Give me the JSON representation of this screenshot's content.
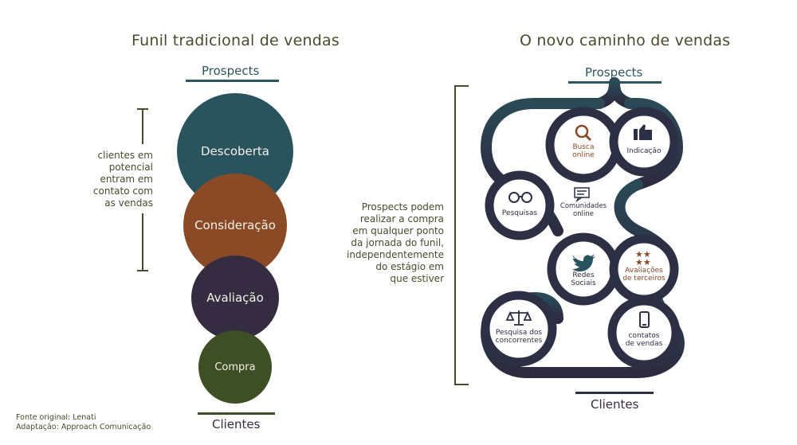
{
  "left": {
    "title": "Funil tradicional de vendas",
    "top_label": "Prospects",
    "bottom_label": "Clientes",
    "side_text": [
      "clientes em",
      "potencial",
      "entram em",
      "contato com",
      "as vendas"
    ],
    "stages": [
      "Descoberta",
      "Consideração",
      "Avaliação",
      "Compra"
    ]
  },
  "right": {
    "title": "O novo caminho de vendas",
    "top_label": "Prospects",
    "bottom_label": "Clientes",
    "side_text": [
      "Prospects podem",
      "realizar a compra",
      "em qualquer ponto",
      "da jornada do funil,",
      "independentemente",
      "do estágio em",
      "que estiver"
    ],
    "nodes": {
      "busca": [
        "Busca",
        "online"
      ],
      "indicacao": [
        "Indicação"
      ],
      "comunidades": [
        "Comunidades",
        "online"
      ],
      "pesquisas": [
        "Pesquisas"
      ],
      "redes": [
        "Redes",
        "Sociais"
      ],
      "avaliacoes": [
        "Avaliações",
        "de terceiros"
      ],
      "concorrentes": [
        "Pesquisa dos",
        "concorrentes"
      ],
      "contatos": [
        "contatos",
        "de vendas"
      ]
    }
  },
  "footer": {
    "line1": "Fonte original: Lenati",
    "line2": "Adaptação: Approach Comunicação"
  },
  "colors": {
    "teal": "#2a545d",
    "rust": "#8a4a26",
    "plum": "#352c42",
    "olive": "#3e4f26",
    "path_dark": "#2d2f44",
    "text_olive": "#4a4a2e",
    "accent_rust": "#8a4a26"
  }
}
